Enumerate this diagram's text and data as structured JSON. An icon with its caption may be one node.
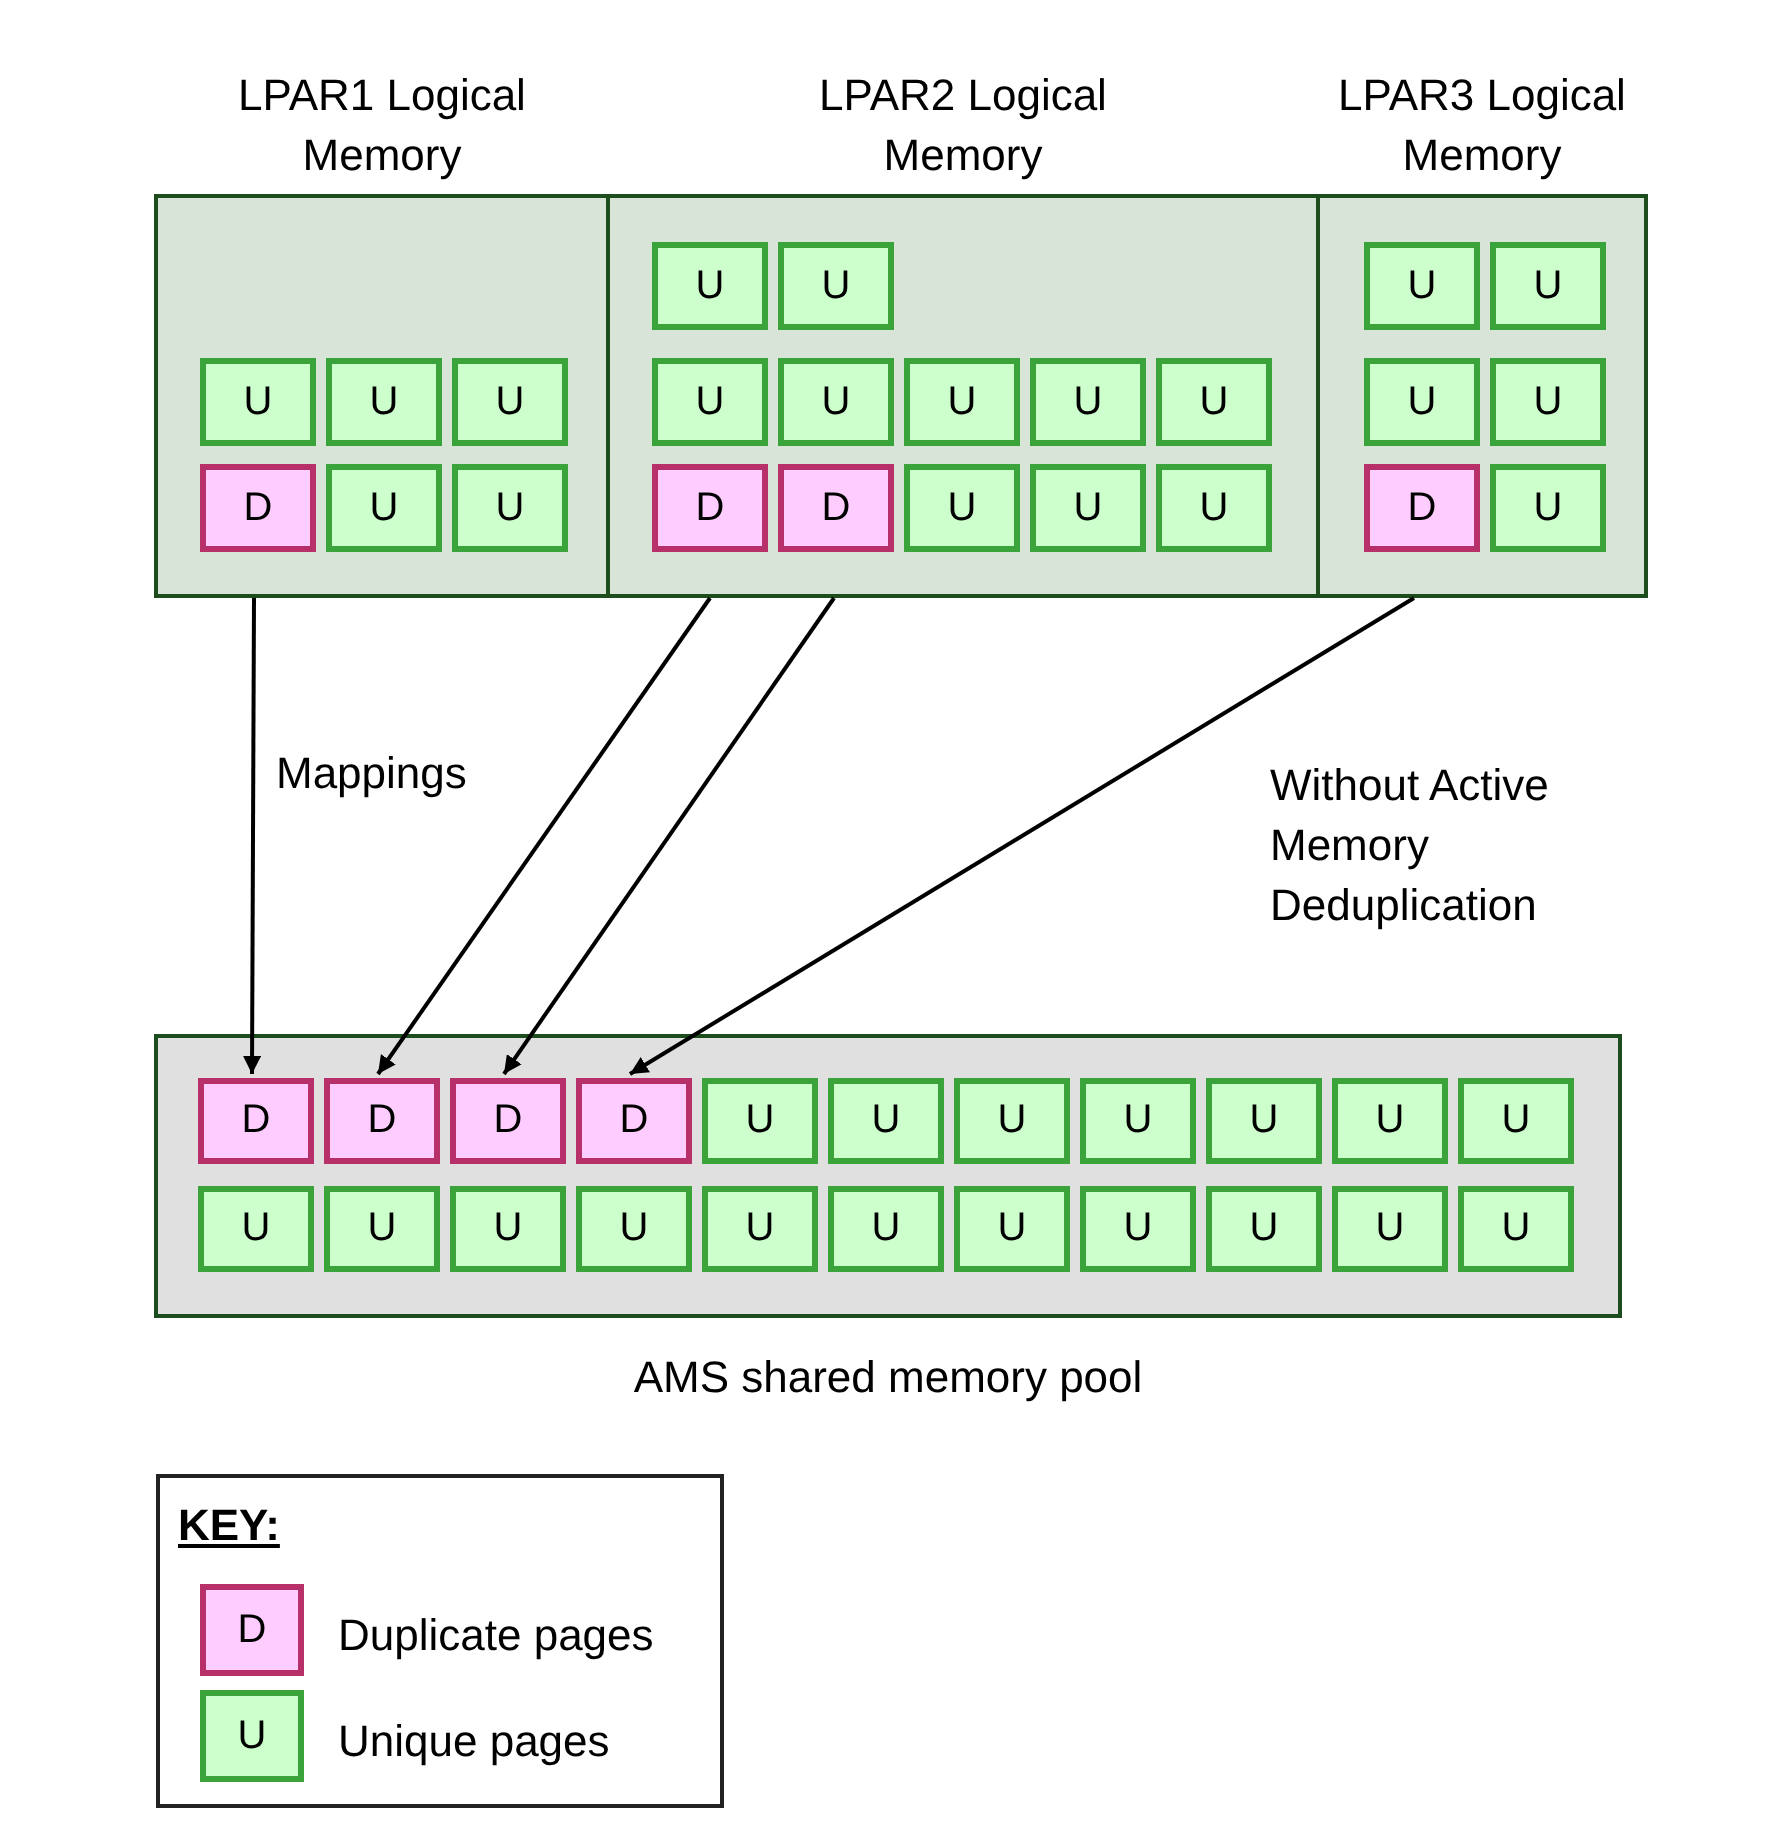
{
  "diagram": {
    "nodes": [
      {
        "text": [
          "LPAR1 Logical Memory"
        ]
      },
      {
        "text": [
          "U"
        ],
        "in": 0
      },
      {
        "text": [
          "U"
        ],
        "in": 0
      },
      {
        "text": [
          "U"
        ],
        "in": 0
      },
      {
        "text": [
          "D"
        ],
        "in": 0
      },
      {
        "text": [
          "U"
        ],
        "in": 0
      },
      {
        "text": [
          "U"
        ],
        "in": 0
      },
      {
        "text": [
          "LPAR2 Logical Memory"
        ]
      },
      {
        "text": [
          "U"
        ],
        "in": 7
      },
      {
        "text": [
          "U"
        ],
        "in": 7
      },
      {
        "text": [
          "U"
        ],
        "in": 7
      },
      {
        "text": [
          "U"
        ],
        "in": 7
      },
      {
        "text": [
          "U"
        ],
        "in": 7
      },
      {
        "text": [
          "U"
        ],
        "in": 7
      },
      {
        "text": [
          "U"
        ],
        "in": 7
      },
      {
        "text": [
          "D"
        ],
        "in": 7
      },
      {
        "text": [
          "D"
        ],
        "in": 7
      },
      {
        "text": [
          "U"
        ],
        "in": 7
      },
      {
        "text": [
          "U"
        ],
        "in": 7
      },
      {
        "text": [
          "U"
        ],
        "in": 7
      },
      {
        "text": [
          "LPAR3 Logical Memory"
        ]
      },
      {
        "text": [
          "U"
        ],
        "in": 20
      },
      {
        "text": [
          "U"
        ],
        "in": 20
      },
      {
        "text": [
          "U"
        ],
        "in": 20
      },
      {
        "text": [
          "U"
        ],
        "in": 20
      },
      {
        "text": [
          "D"
        ],
        "in": 20
      },
      {
        "text": [
          "U"
        ],
        "in": 20
      },
      {
        "text": [],
        "shape": "box",
        "beside": [
          "AMS shared memory pool"
        ]
      },
      {
        "text": [
          "D"
        ],
        "in": 27
      },
      {
        "text": [
          "D"
        ],
        "in": 27
      },
      {
        "text": [
          "D"
        ],
        "in": 27
      },
      {
        "text": [
          "D"
        ],
        "in": 27
      },
      {
        "text": [
          "U"
        ],
        "in": 27
      },
      {
        "text": [
          "U"
        ],
        "in": 27
      },
      {
        "text": [
          "U"
        ],
        "in": 27
      },
      {
        "text": [
          "U"
        ],
        "in": 27
      },
      {
        "text": [
          "U"
        ],
        "in": 27
      },
      {
        "text": [
          "U"
        ],
        "in": 27
      },
      {
        "text": [
          "U"
        ],
        "in": 27
      },
      {
        "text": [
          "U"
        ],
        "in": 27
      },
      {
        "text": [
          "U"
        ],
        "in": 27
      },
      {
        "text": [
          "U"
        ],
        "in": 27
      },
      {
        "text": [
          "U"
        ],
        "in": 27
      },
      {
        "text": [
          "U"
        ],
        "in": 27
      },
      {
        "text": [
          "U"
        ],
        "in": 27
      },
      {
        "text": [
          "U"
        ],
        "in": 27
      },
      {
        "text": [
          "U"
        ],
        "in": 27
      },
      {
        "text": [
          "U"
        ],
        "in": 27
      },
      {
        "text": [
          "U"
        ],
        "in": 27
      },
      {
        "text": [
          "U"
        ],
        "in": 27
      },
      {
        "text": [
          "KEY:"
        ]
      },
      {
        "text": [
          "D"
        ],
        "in": 50,
        "beside": [
          "Duplicate pages"
        ]
      },
      {
        "text": [
          "U"
        ],
        "in": 50,
        "beside": [
          "Unique pages"
        ]
      }
    ],
    "edges": [
      {
        "from": 0,
        "to": 28,
        "arrow": "to"
      },
      {
        "from": 7,
        "to": 29,
        "arrow": "to"
      },
      {
        "from": 7,
        "to": 30,
        "arrow": "to"
      },
      {
        "from": 20,
        "to": 31,
        "arrow": "to"
      }
    ],
    "labels": [
      "Mappings",
      "Without Active Memory Deduplication"
    ]
  }
}
